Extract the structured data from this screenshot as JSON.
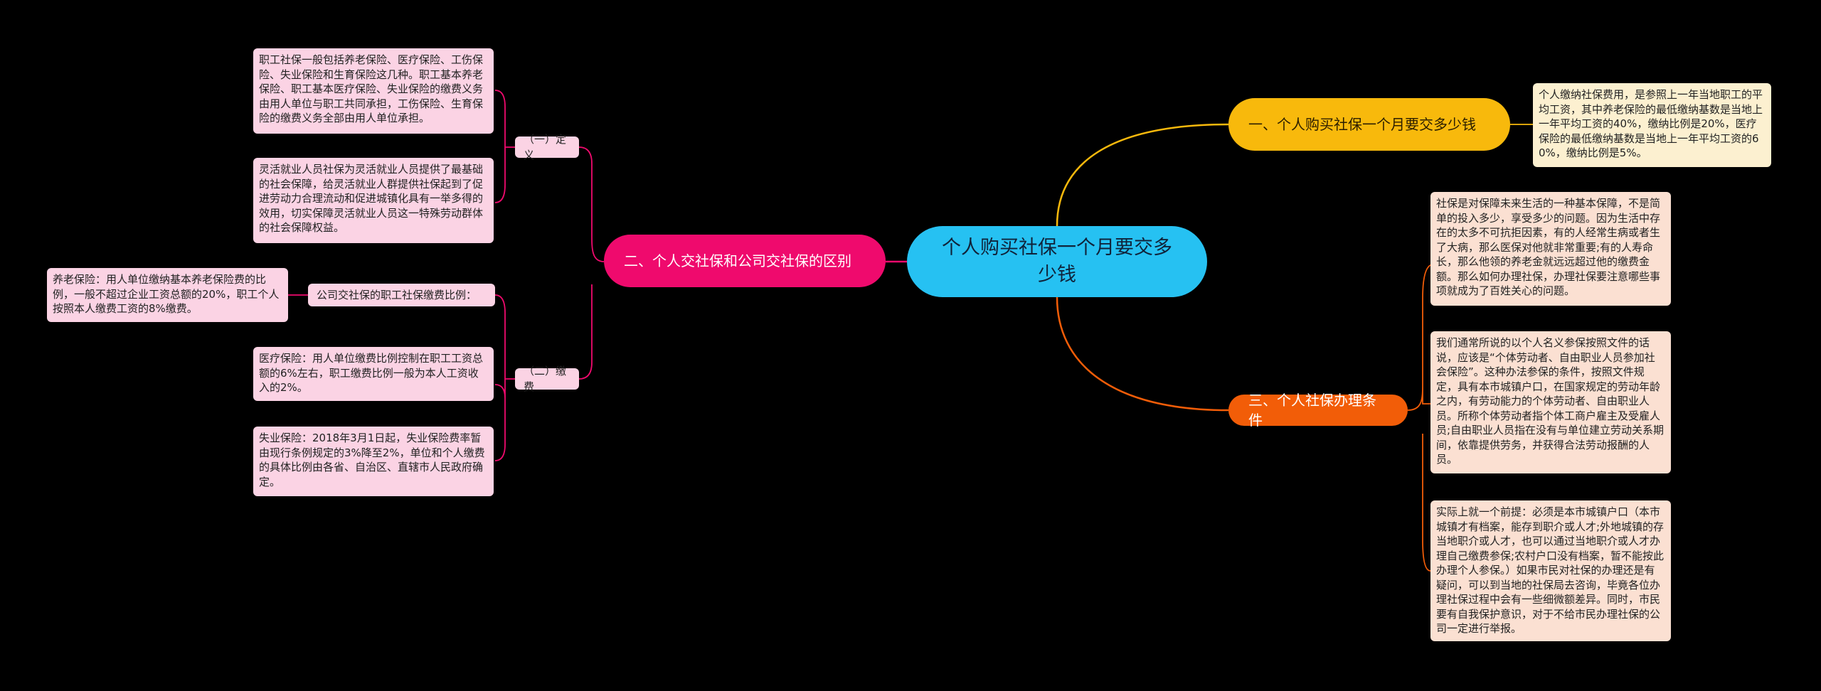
{
  "root": {
    "title": "个人购买社保一个月要交多少钱"
  },
  "branches": [
    {
      "label": "一、个人购买社保一个月要交多少钱",
      "color": "#f8b90c"
    },
    {
      "label": "二、个人交社保和公司交社保的区别",
      "color": "#ef0a6d"
    },
    {
      "label": "三、个人社保办理条件",
      "color": "#f25d08"
    }
  ],
  "sub_nodes": {
    "definition": "（一）定义",
    "contribution": "（二）缴费",
    "company_ratio": "公司交社保的职工社保缴费比例："
  },
  "cards": {
    "b1_detail": "个人缴纳社保费用，是参照上一年当地职工的平均工资，其中养老保险的最低缴纳基数是当地上一年平均工资的40%，缴纳比例是20%，医疗保险的最低缴纳基数是当地上一年平均工资的60%，缴纳比例是5%。",
    "def_1": "职工社保一般包括养老保险、医疗保险、工伤保险、失业保险和生育保险这几种。职工基本养老保险、职工基本医疗保险、失业保险的缴费义务由用人单位与职工共同承担，工伤保险、生育保险的缴费义务全部由用人单位承担。",
    "def_2": "灵活就业人员社保为灵活就业人员提供了最基础的社会保障，给灵活就业人群提供社保起到了促进劳动力合理流动和促进城镇化具有一举多得的效用，切实保障灵活就业人员这一特殊劳动群体的社会保障权益。",
    "pension": "养老保险：用人单位缴纳基本养老保险费的比例，一般不超过企业工资总额的20%，职工个人按照本人缴费工资的8%缴费。",
    "medical": "医疗保险：用人单位缴费比例控制在职工工资总额的6%左右，职工缴费比例一般为本人工资收入的2%。",
    "unemployment": "失业保险：2018年3月1日起，失业保险费率暂由现行条例规定的3%降至2%，单位和个人缴费的具体比例由各省、自治区、直辖市人民政府确定。",
    "cond_1": "社保是对保障未来生活的一种基本保障，不是简单的投入多少，享受多少的问题。因为生活中存在的太多不可抗拒因素，有的人经常生病或者生了大病，那么医保对他就非常重要;有的人寿命长，那么他领的养老金就远远超过他的缴费金额。那么如何办理社保，办理社保要注意哪些事项就成为了百姓关心的问题。",
    "cond_2": "我们通常所说的以个人名义参保按照文件的话说，应该是“个体劳动者、自由职业人员参加社会保险”。这种办法参保的条件，按照文件规定，具有本市城镇户口，在国家规定的劳动年龄之内，有劳动能力的个体劳动者、自由职业人员。所称个体劳动者指个体工商户雇主及受雇人员;自由职业人员指在没有与单位建立劳动关系期间，依靠提供劳务，并获得合法劳动报酬的人员。",
    "cond_3": "实际上就一个前提：必须是本市城镇户口（本市城镇才有档案，能存到职介或人才;外地城镇的存当地职介或人才，也可以通过当地职介或人才办理自己缴费参保;农村户口没有档案，暂不能按此办理个人参保。）如果市民对社保的办理还是有疑问，可以到当地的社保局去咨询，毕竟各位办理社保过程中会有一些细微额差异。同时，市民要有自我保护意识，对于不给市民办理社保的公司一定进行举报。"
  }
}
